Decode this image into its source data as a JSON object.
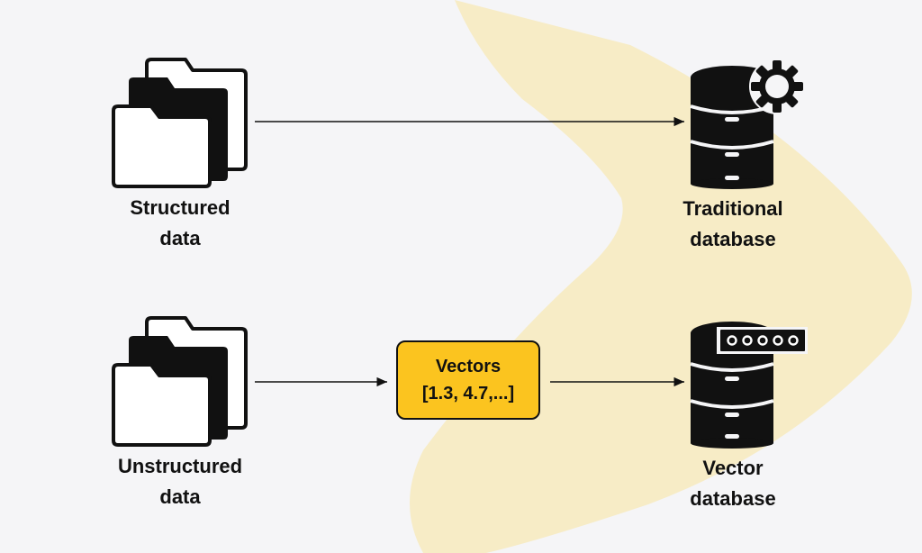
{
  "colors": {
    "background": "#f5f5f7",
    "watermark": "#f7ecc6",
    "vector_box_fill": "#fbc41f",
    "ink": "#111111"
  },
  "nodes": {
    "structured_data": {
      "line1": "Structured",
      "line2": "data",
      "icon": "folders-icon"
    },
    "unstructured_data": {
      "line1": "Unstructured",
      "line2": "data",
      "icon": "folders-icon"
    },
    "traditional_database": {
      "line1": "Traditional",
      "line2": "database",
      "icon": "database-gear-icon"
    },
    "vector_database": {
      "line1": "Vector",
      "line2": "database",
      "icon": "database-password-icon"
    },
    "vectors": {
      "line1": "Vectors",
      "line2": "[1.3, 4.7,...]"
    }
  }
}
